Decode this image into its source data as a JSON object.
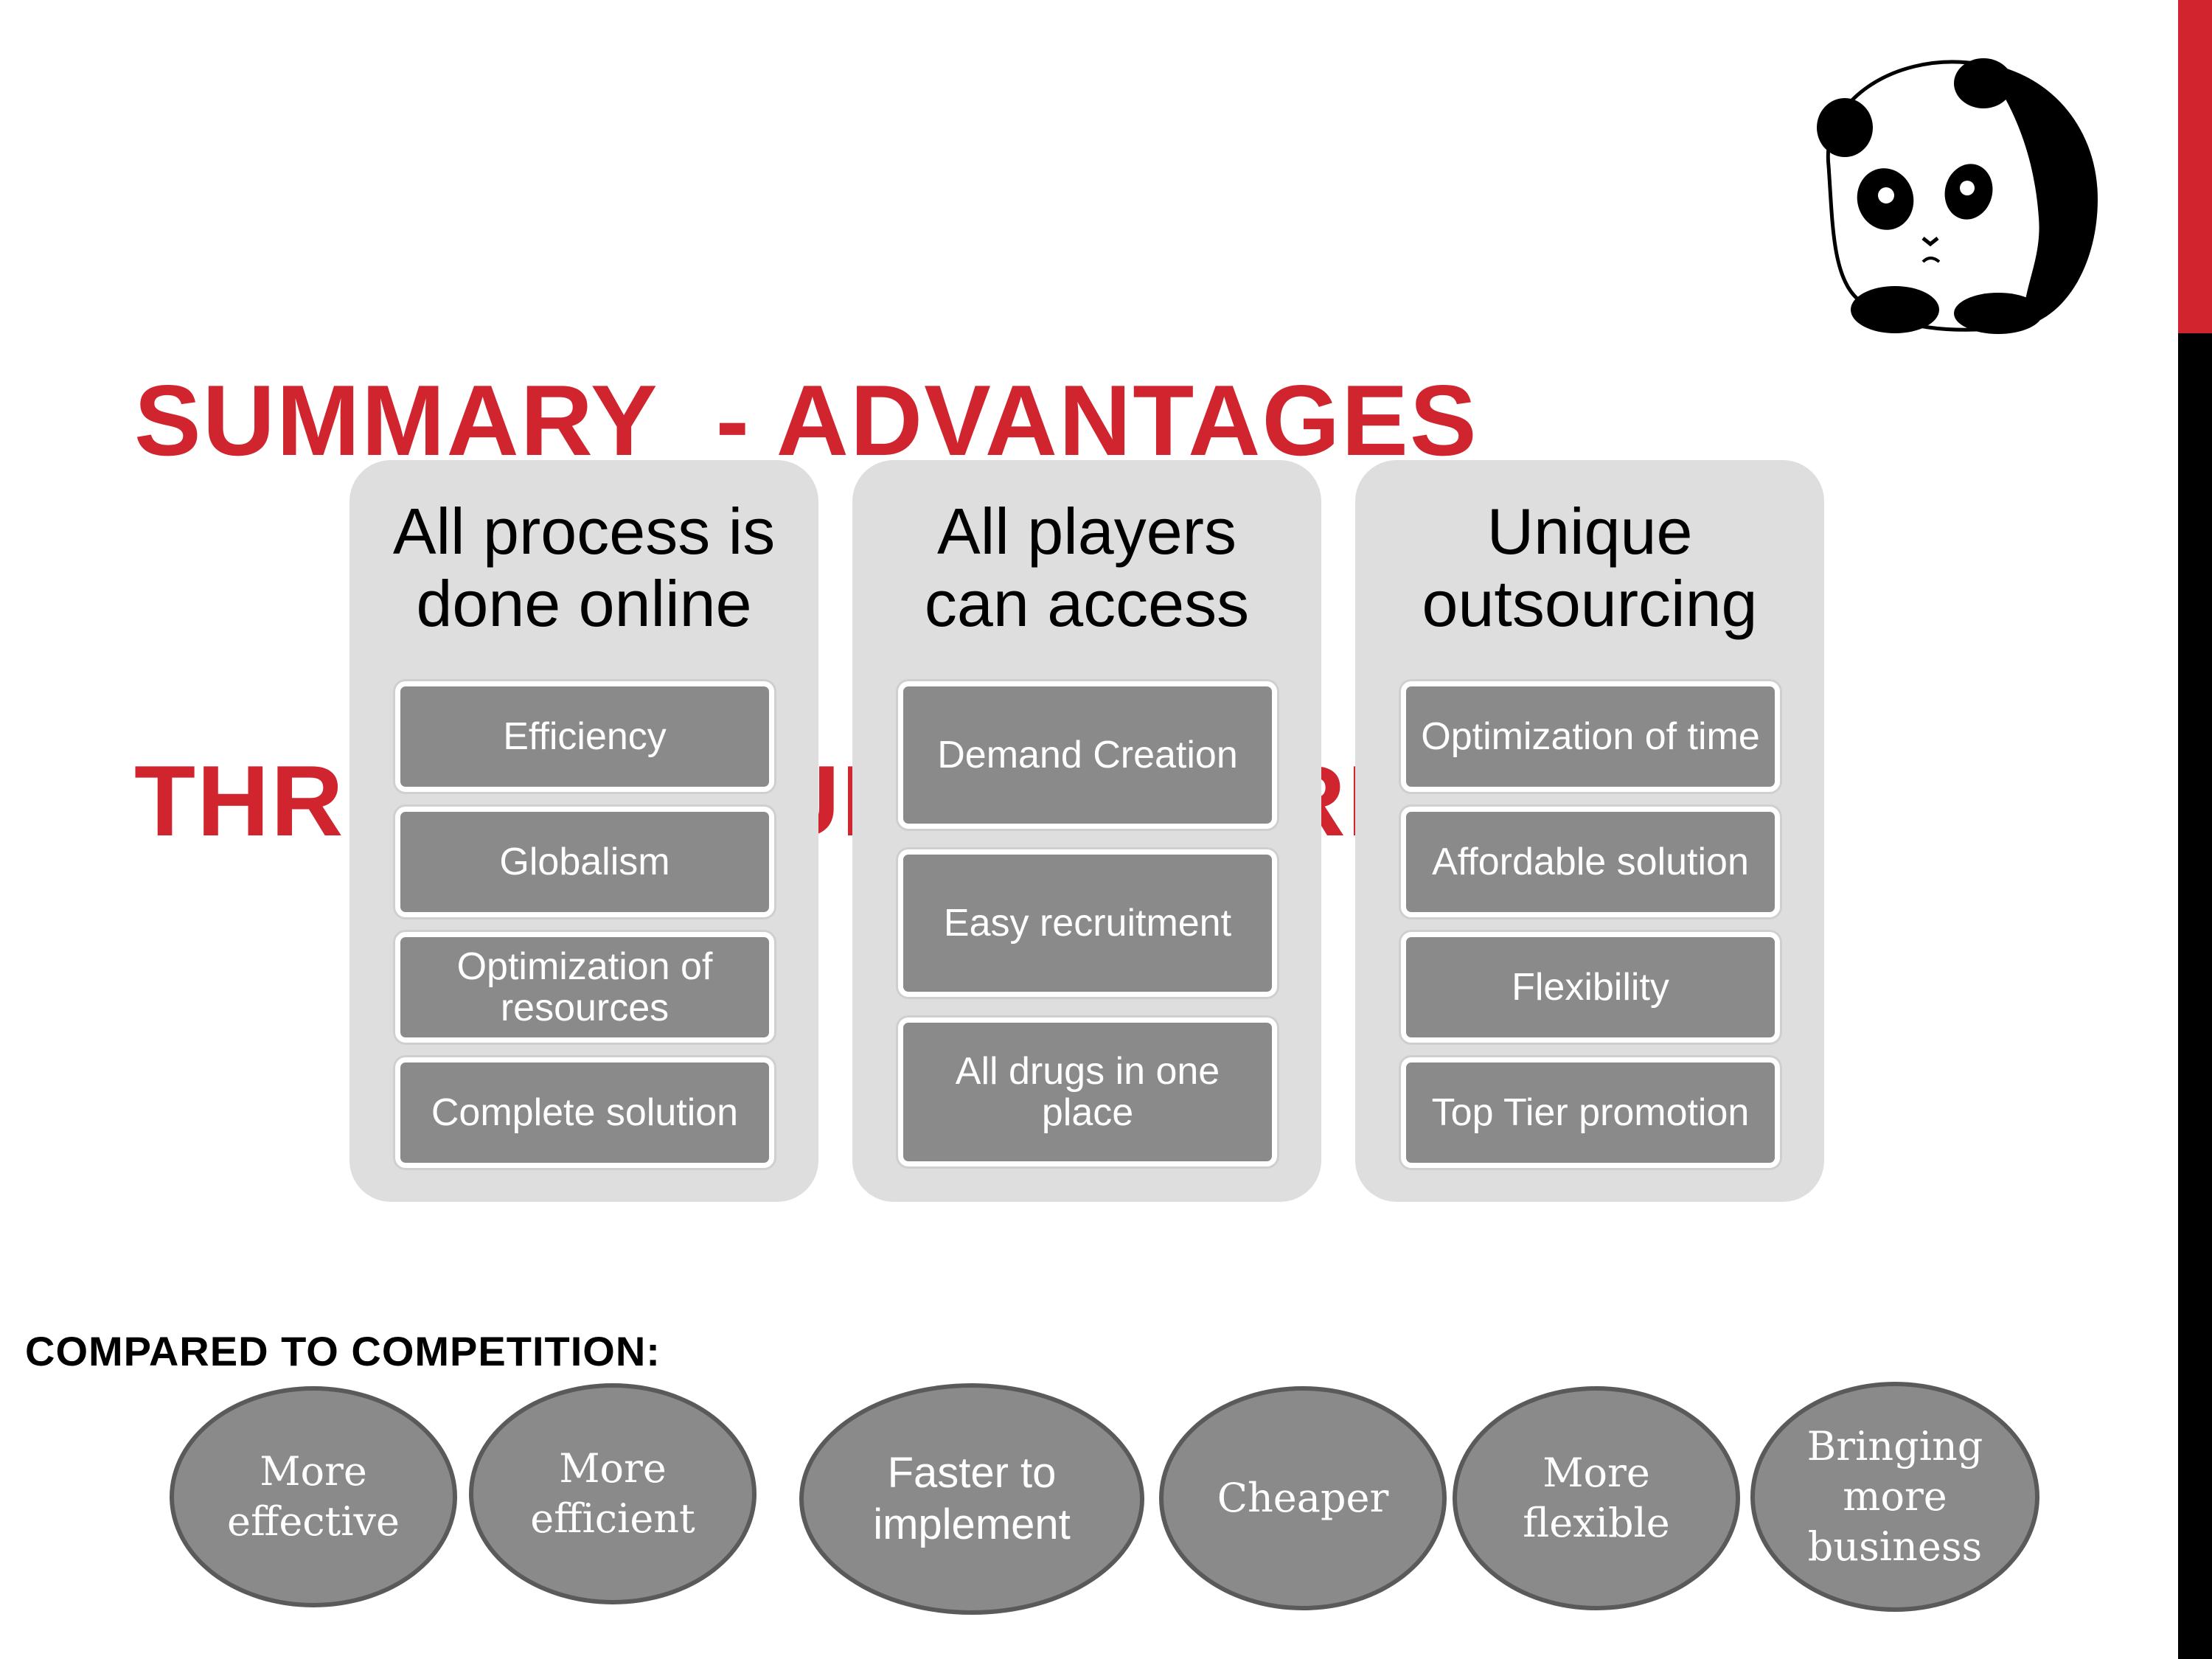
{
  "title": {
    "line1": "SUMMARY  - ADVANTAGES",
    "line2": "THREE UNIQUE FEATURES"
  },
  "mascot": "panda-icon",
  "colors": {
    "accent": "#d0252f",
    "card": "#8a8a8a",
    "panel": "#dedede"
  },
  "columns": [
    {
      "heading": [
        "All process is",
        "done online"
      ],
      "items": [
        "Efficiency",
        "Globalism",
        "Optimization of resources",
        "Complete solution"
      ]
    },
    {
      "heading": [
        "All players",
        "can access"
      ],
      "items": [
        "Demand Creation",
        "Easy recruitment",
        "All drugs in one place"
      ]
    },
    {
      "heading": [
        "Unique",
        "outsourcing"
      ],
      "items": [
        "Optimization of time",
        "Affordable solution",
        "Flexibility",
        "Top Tier promotion"
      ]
    }
  ],
  "comparison": {
    "label": "COMPARED TO COMPETITION:",
    "items": [
      "More effective",
      "More efficient",
      "Faster to implement",
      "Cheaper",
      "More flexible",
      "Bringing more business"
    ]
  }
}
